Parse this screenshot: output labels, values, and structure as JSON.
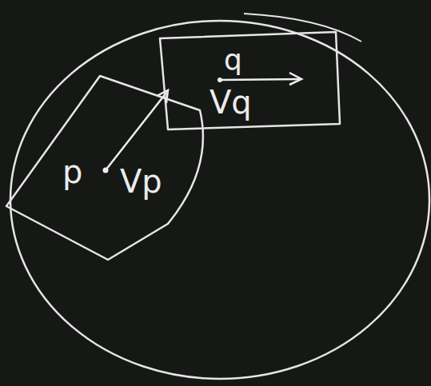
{
  "diagram": {
    "nodes": [
      {
        "text": [
          "p",
          "Vp"
        ]
      },
      {
        "text": [
          "q",
          "Vq"
        ]
      }
    ]
  }
}
